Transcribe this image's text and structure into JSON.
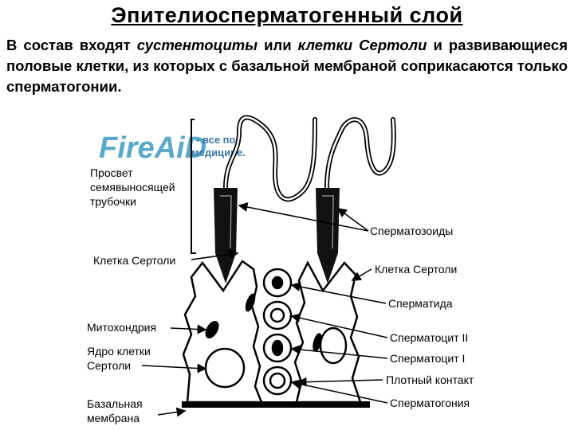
{
  "title": "Эпителиосперматогенный  слой",
  "intro": {
    "part1": "В   состав   входят   ",
    "italic1": "сустентоциты",
    "part2": "   или   ",
    "italic2": "клетки   Сертоли",
    "part3": "   и развивающиеся половые клетки, из которых с базальной мембраной соприкасаются только сперматогонии."
  },
  "logo": {
    "main": "FireAiD",
    "sub_line1": "- все по",
    "sub_line2": "медицине."
  },
  "labels_left": {
    "lumen_1": "Просвет",
    "lumen_2": "семявыносящей",
    "lumen_3": "трубочки",
    "sertoli": "Клетка Сертоли",
    "mitochondria": "Митохондрия",
    "nucleus_1": "Ядро клетки",
    "nucleus_2": "Сертоли",
    "membrane_1": "Базальная",
    "membrane_2": "мембрана"
  },
  "labels_right": {
    "spermatozoa": "Сперматозоиды",
    "sertoli": "Клетка Сертоли",
    "spermatid": "Сперматида",
    "spermatocyte2": "Сперматоцит II",
    "spermatocyte1": "Сперматоцит I",
    "tight_junction": "Плотный контакт",
    "spermatogonium": "Сперматогония"
  }
}
